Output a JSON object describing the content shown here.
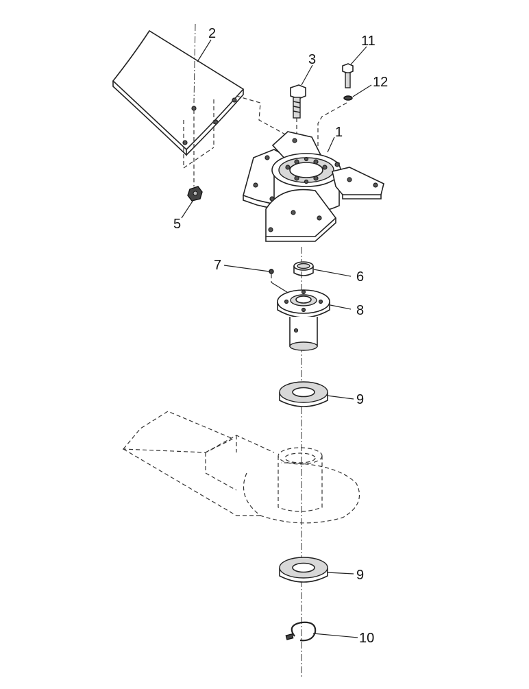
{
  "labels": {
    "p1": "1",
    "p2": "2",
    "p3": "3",
    "p5": "5",
    "p6": "6",
    "p7": "7",
    "p8": "8",
    "p9a": "9",
    "p9b": "9",
    "p10": "10",
    "p11": "11",
    "p12": "12"
  },
  "colors": {
    "line": "#222222",
    "background": "#ffffff",
    "shade": "#d8d8d8"
  }
}
